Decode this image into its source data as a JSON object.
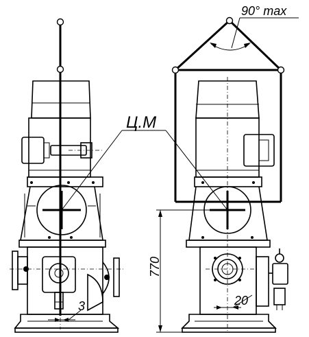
{
  "annotations": {
    "angle_label": "90° max",
    "center_of_mass_label": "Ц.М",
    "height_dimension": "770",
    "offset_dimension_left": "3",
    "offset_dimension_right": "20"
  }
}
